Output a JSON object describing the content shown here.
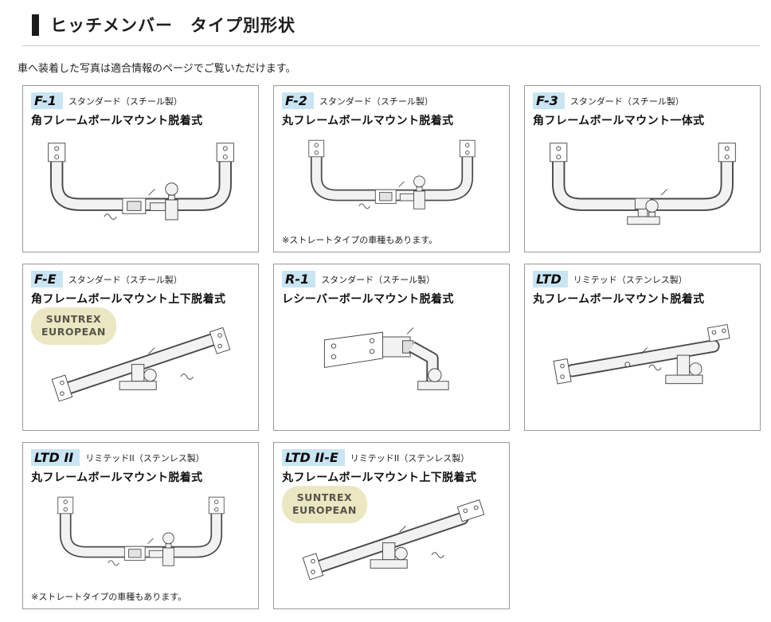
{
  "header": {
    "title": "ヒッチメンバー　タイプ別形状",
    "subtitle": "車へ装着した写真は適合情報のページでご覧いただけます。"
  },
  "suntrex": {
    "line1": "SUNTREX",
    "line2": "EUROPEAN"
  },
  "colors": {
    "code_badge_bg": "#c9e5f3",
    "suntrex_badge_bg": "#ebe7c2",
    "header_bar": "#1a1a1a",
    "card_border": "#9a9a9a"
  },
  "cards": [
    {
      "code": "F-1",
      "category": "スタンダード（スチール製）",
      "title": "角フレームボールマウント脱着式"
    },
    {
      "code": "F-2",
      "category": "スタンダード（スチール製）",
      "title": "丸フレームボールマウント脱着式",
      "note": "※ストレートタイプの車種もあります。"
    },
    {
      "code": "F-3",
      "category": "スタンダード（スチール製）",
      "title": "角フレームボールマウント一体式"
    },
    {
      "code": "F-E",
      "category": "スタンダード（スチール製）",
      "title": "角フレームボールマウント上下脱着式"
    },
    {
      "code": "R-1",
      "category": "スタンダード（スチール製）",
      "title": "レシーバーボールマウント脱着式"
    },
    {
      "code": "LTD",
      "category": "リミテッド（ステンレス製）",
      "title": "丸フレームボールマウント脱着式"
    },
    {
      "code": "LTD II",
      "category": "リミテッドII（ステンレス製）",
      "title": "丸フレームボールマウント脱着式",
      "note": "※ストレートタイプの車種もあります。"
    },
    {
      "code": "LTD II-E",
      "category": "リミテッドII（ステンレス製）",
      "title": "丸フレームボールマウント上下脱着式"
    }
  ]
}
